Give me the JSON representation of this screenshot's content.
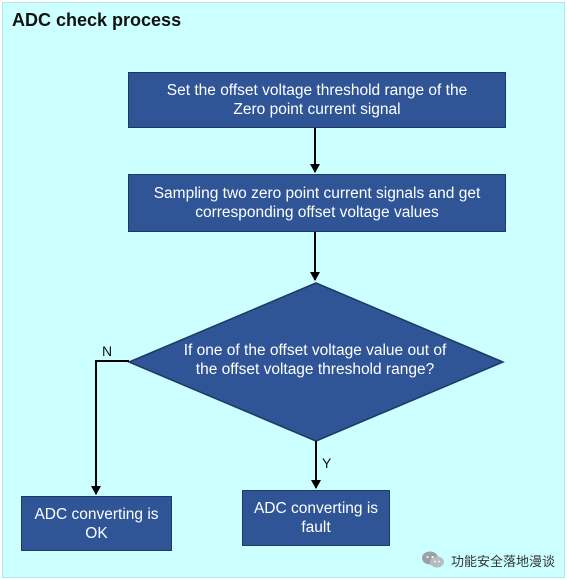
{
  "title": "ADC check process",
  "nodes": {
    "set_threshold": "Set the offset voltage threshold range of the\nZero point current signal",
    "sampling": "Sampling two zero point current signals and get\ncorresponding offset voltage values",
    "decision": "If one of the offset voltage value out of\nthe offset voltage threshold range?",
    "ok": "ADC converting is\nOK",
    "fault": "ADC converting is\nfault"
  },
  "branches": {
    "no": "N",
    "yes": "Y"
  },
  "watermark": {
    "text": "功能安全落地漫谈",
    "icon": "wechat-icon"
  },
  "colors": {
    "background": "#ccffff",
    "box": "#2f5597",
    "box_border": "#1f3864"
  }
}
